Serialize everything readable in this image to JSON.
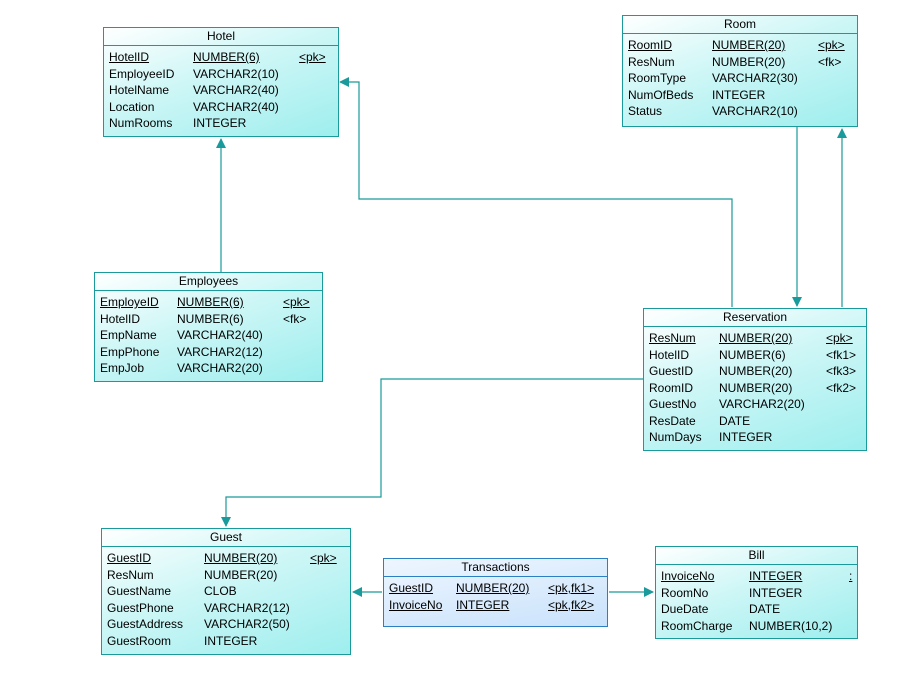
{
  "colors": {
    "connector": "#1a9a9a",
    "entity_border": "#1a9a9a",
    "transactions_border": "#2d7fc4"
  },
  "entities": {
    "hotel": {
      "name": "Hotel",
      "attributes": [
        {
          "name": "HotelID",
          "type": "NUMBER(6)",
          "key": "<pk>",
          "pk": true
        },
        {
          "name": "EmployeeID",
          "type": "VARCHAR2(10)",
          "key": "",
          "pk": false
        },
        {
          "name": "HotelName",
          "type": "VARCHAR2(40)",
          "key": "",
          "pk": false
        },
        {
          "name": "Location",
          "type": "VARCHAR2(40)",
          "key": "",
          "pk": false
        },
        {
          "name": "NumRooms",
          "type": "INTEGER",
          "key": "",
          "pk": false
        }
      ]
    },
    "room": {
      "name": "Room",
      "attributes": [
        {
          "name": "RoomID",
          "type": "NUMBER(20)",
          "key": "<pk>",
          "pk": true
        },
        {
          "name": "ResNum",
          "type": "NUMBER(20)",
          "key": "<fk>",
          "pk": false
        },
        {
          "name": "RoomType",
          "type": "VARCHAR2(30)",
          "key": "",
          "pk": false
        },
        {
          "name": "NumOfBeds",
          "type": "INTEGER",
          "key": "",
          "pk": false
        },
        {
          "name": "Status",
          "type": "VARCHAR2(10)",
          "key": "",
          "pk": false
        }
      ]
    },
    "employees": {
      "name": "Employees",
      "attributes": [
        {
          "name": "EmployeID",
          "type": "NUMBER(6)",
          "key": "<pk>",
          "pk": true
        },
        {
          "name": "HotelID",
          "type": "NUMBER(6)",
          "key": "<fk>",
          "pk": false
        },
        {
          "name": "EmpName",
          "type": "VARCHAR2(40)",
          "key": "",
          "pk": false
        },
        {
          "name": "EmpPhone",
          "type": "VARCHAR2(12)",
          "key": "",
          "pk": false
        },
        {
          "name": "EmpJob",
          "type": "VARCHAR2(20)",
          "key": "",
          "pk": false
        }
      ]
    },
    "reservation": {
      "name": "Reservation",
      "attributes": [
        {
          "name": "ResNum",
          "type": "NUMBER(20)",
          "key": "<pk>",
          "pk": true
        },
        {
          "name": "HotelID",
          "type": "NUMBER(6)",
          "key": "<fk1>",
          "pk": false
        },
        {
          "name": "GuestID",
          "type": "NUMBER(20)",
          "key": "<fk3>",
          "pk": false
        },
        {
          "name": "RoomID",
          "type": "NUMBER(20)",
          "key": "<fk2>",
          "pk": false
        },
        {
          "name": "GuestNo",
          "type": "VARCHAR2(20)",
          "key": "",
          "pk": false
        },
        {
          "name": "ResDate",
          "type": "DATE",
          "key": "",
          "pk": false
        },
        {
          "name": "NumDays",
          "type": "INTEGER",
          "key": "",
          "pk": false
        }
      ]
    },
    "guest": {
      "name": "Guest",
      "attributes": [
        {
          "name": "GuestID",
          "type": "NUMBER(20)",
          "key": "<pk>",
          "pk": true
        },
        {
          "name": "ResNum",
          "type": "NUMBER(20)",
          "key": "",
          "pk": false
        },
        {
          "name": "GuestName",
          "type": "CLOB",
          "key": "",
          "pk": false
        },
        {
          "name": "GuestPhone",
          "type": "VARCHAR2(12)",
          "key": "",
          "pk": false
        },
        {
          "name": "GuestAddress",
          "type": "VARCHAR2(50)",
          "key": "",
          "pk": false
        },
        {
          "name": "GuestRoom",
          "type": "INTEGER",
          "key": "",
          "pk": false
        }
      ]
    },
    "transactions": {
      "name": "Transactions",
      "attributes": [
        {
          "name": "GuestID",
          "type": "NUMBER(20)",
          "key": "<pk,fk1>",
          "pk": true
        },
        {
          "name": "InvoiceNo",
          "type": "INTEGER",
          "key": "<pk,fk2>",
          "pk": true
        }
      ]
    },
    "bill": {
      "name": "Bill",
      "attributes": [
        {
          "name": "InvoiceNo",
          "type": "INTEGER",
          "key": ":",
          "pk": true
        },
        {
          "name": "RoomNo",
          "type": "INTEGER",
          "key": "",
          "pk": false
        },
        {
          "name": "DueDate",
          "type": "DATE",
          "key": "",
          "pk": false
        },
        {
          "name": "RoomCharge",
          "type": "NUMBER(10,2)",
          "key": "",
          "pk": false
        }
      ]
    }
  },
  "relationships": [
    {
      "from": "Employees",
      "to": "Hotel"
    },
    {
      "from": "Reservation",
      "to": "Hotel"
    },
    {
      "from": "Reservation",
      "to": "Room"
    },
    {
      "from": "Room",
      "to": "Reservation"
    },
    {
      "from": "Reservation",
      "to": "Guest"
    },
    {
      "from": "Transactions",
      "to": "Guest"
    },
    {
      "from": "Transactions",
      "to": "Bill"
    }
  ]
}
